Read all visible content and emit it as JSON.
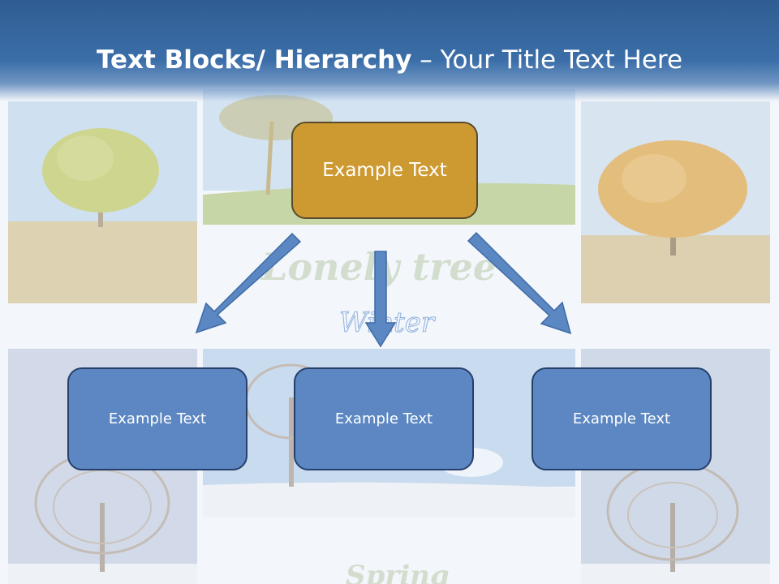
{
  "title": {
    "bold_part": "Text Blocks/ Hierarchy",
    "rest_part": " – Your Title Text Here"
  },
  "background": {
    "watermark_main": "Lonely tree",
    "watermark_winter": "Winter",
    "watermark_spring": "Spring"
  },
  "hierarchy": {
    "root": {
      "label": "Example Text"
    },
    "children": [
      {
        "label": "Example Text"
      },
      {
        "label": "Example Text"
      },
      {
        "label": "Example Text"
      }
    ]
  },
  "colors": {
    "title_band": "#3b6ea8",
    "root_fill": "#cd9a31",
    "child_fill": "#5c87c2",
    "arrow_fill": "#5b87c3"
  }
}
